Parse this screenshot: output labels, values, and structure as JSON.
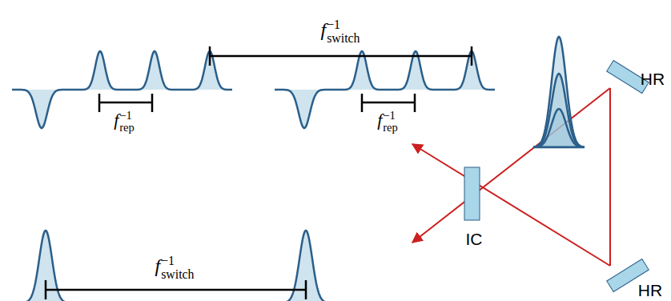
{
  "diagram": {
    "labels": [
      "f",
      "−1",
      "switch",
      "f",
      "−1",
      "rep",
      "f",
      "−1",
      "rep",
      "f",
      "−1",
      "switch",
      "IC",
      "HR",
      "HR"
    ]
  }
}
